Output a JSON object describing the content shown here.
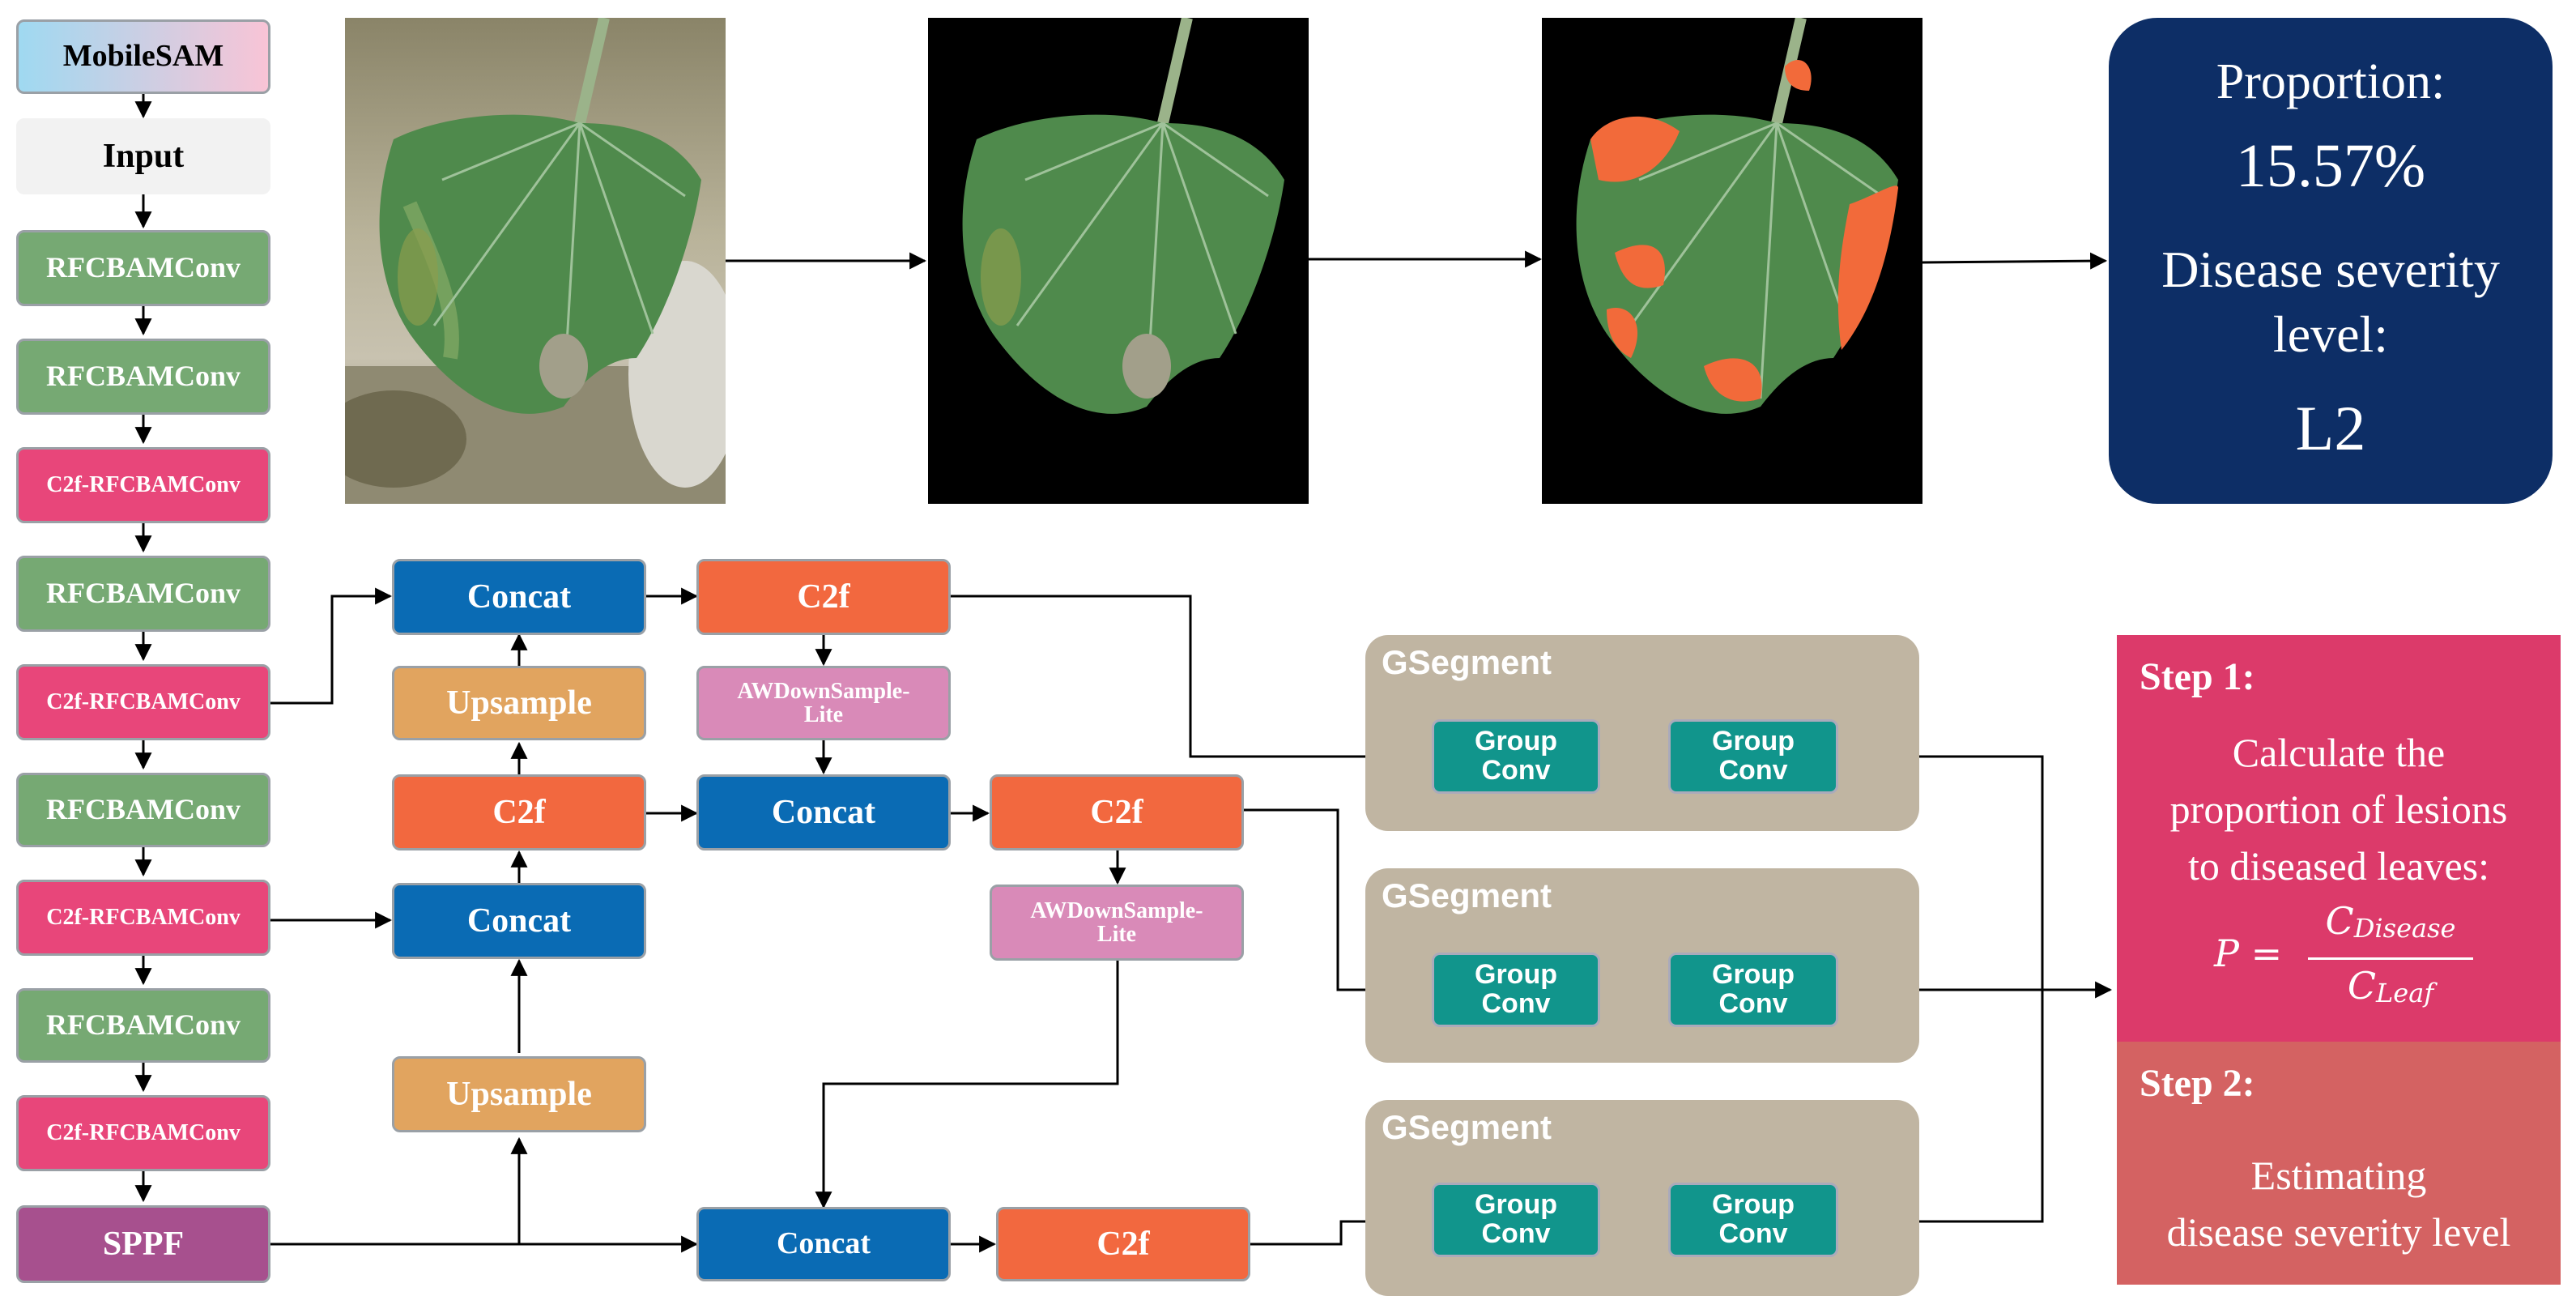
{
  "backbone": {
    "mobilesam": "MobileSAM",
    "input": "Input",
    "rfcbamconv": "RFCBAMConv",
    "c2f_rfcbamconv": "C2f-RFCBAMConv",
    "sppf": "SPPF"
  },
  "neck": {
    "concat": "Concat",
    "upsample": "Upsample",
    "c2f": "C2f",
    "awdownsample_line1": "AWDownSample-",
    "awdownsample_line2": "Lite"
  },
  "head": {
    "gsegment": "GSegment",
    "groupconv_line1": "Group",
    "groupconv_line2": "Conv"
  },
  "result": {
    "proportion_label": "Proportion:",
    "proportion_value": "15.57%",
    "severity_label_line1": "Disease severity",
    "severity_label_line2": "level:",
    "severity_value": "L2"
  },
  "steps": {
    "step1_title": "Step 1:",
    "step1_line1": "Calculate the",
    "step1_line2": "proportion of lesions",
    "step1_line3": "to diseased leaves:",
    "formula_lhs": "P =",
    "formula_num": "C",
    "formula_num_sub": "Disease",
    "formula_den": "C",
    "formula_den_sub": "Leaf",
    "step2_title": "Step 2:",
    "step2_line1": "Estimating",
    "step2_line2": "disease severity level"
  },
  "colors": {
    "green": "#76a973",
    "pink": "#e8467a",
    "blue": "#0a6bb4",
    "orange": "#f2683f",
    "tan": "#e1a45f",
    "lilac": "#d98ab8",
    "teal": "#11958c",
    "purple": "#a7508e",
    "navy": "#0d2e66",
    "lesion": "#f26a3a"
  }
}
